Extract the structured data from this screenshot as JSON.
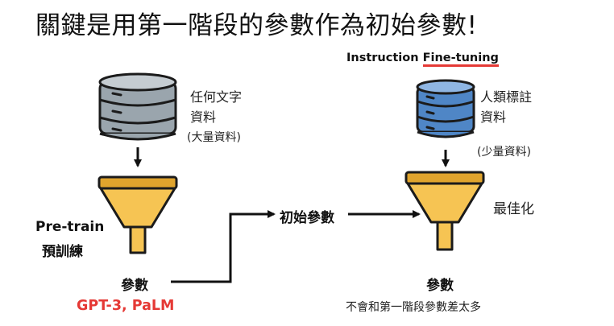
{
  "title": "關鍵是用第一階段的參數作為初始參數!",
  "instruction": {
    "prefix": "Instruction ",
    "highlight": "Fine-tuning"
  },
  "left": {
    "db_label_line1": "任何文字",
    "db_label_line2": "資料",
    "db_label_line3": "(大量資料)",
    "stage_en": "Pre-train",
    "stage_zh": "預訓練",
    "param_label": "參數",
    "models": "GPT-3, PaLM"
  },
  "middle": {
    "init_label": "初始參數"
  },
  "right": {
    "db_label_line1": "人類標註",
    "db_label_line2": "資料",
    "db_label_line3": "(少量資料)",
    "optimize_label": "最佳化",
    "param_label": "參數",
    "note": "不會和第一階段參數差太多"
  },
  "colors": {
    "accent_red": "#e53935",
    "db_grey": "#9aa5ad",
    "db_blue": "#4f86c6",
    "funnel_yellow": "#f6c453",
    "funnel_dark": "#e0a42d",
    "outline": "#1b1b1b"
  },
  "icons": [
    "database-grey-icon",
    "database-blue-icon",
    "funnel-icon"
  ]
}
